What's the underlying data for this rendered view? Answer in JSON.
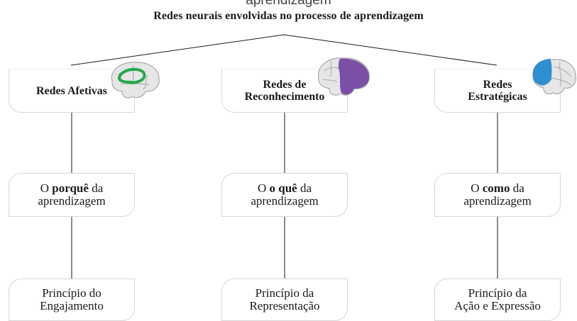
{
  "clipped_heading": "aprendizagem",
  "title": "Redes neurais envolvidas no processo de aprendizagem",
  "columns": [
    {
      "network": [
        "Redes Afetivas"
      ],
      "principle_parts": [
        "O ",
        "porquê",
        " da",
        "aprendizagem"
      ],
      "principle_name": [
        "Princípio do",
        "Engajamento"
      ],
      "highlight_color": "#22a84a"
    },
    {
      "network": [
        "Redes de",
        "Reconhecimento"
      ],
      "principle_parts": [
        "O ",
        "o quê",
        " da",
        "aprendizagem"
      ],
      "principle_name": [
        "Princípio da",
        "Representação"
      ],
      "highlight_color": "#7b4fa6"
    },
    {
      "network": [
        "Redes",
        "Estratégicas"
      ],
      "principle_parts": [
        "O ",
        "como",
        " da",
        "aprendizagem"
      ],
      "principle_name": [
        "Princípio da",
        "Ação e Expressão"
      ],
      "highlight_color": "#2f8fd0"
    }
  ]
}
